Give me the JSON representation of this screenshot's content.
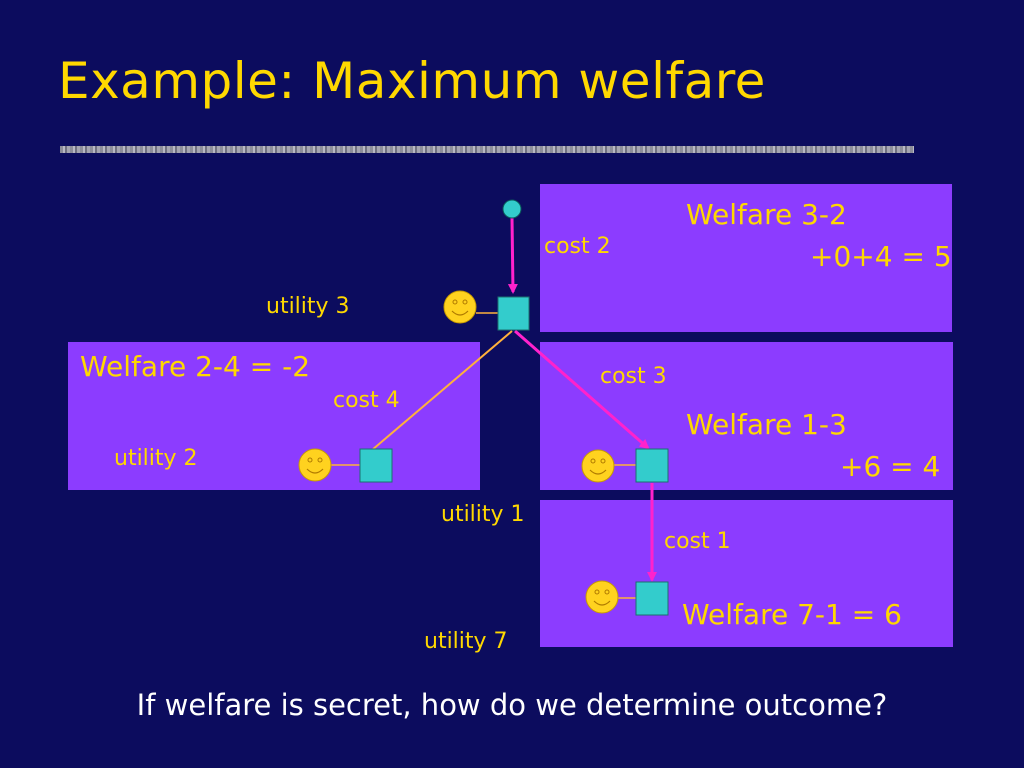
{
  "slide": {
    "title": "Example: Maximum welfare",
    "question": "If welfare is secret, how do we determine outcome?"
  },
  "boxes": {
    "top": {
      "line1": "Welfare 3-2",
      "line2": "+0+4 = 5",
      "cost": "cost 2"
    },
    "left": {
      "line1": "Welfare 2-4 = -2",
      "cost": "cost 4",
      "utility": "utility 2"
    },
    "right": {
      "line1": "Welfare 1-3",
      "line2": "+6 = 4",
      "cost": "cost 3"
    },
    "bottom": {
      "line1": "Welfare 7-1 = 6",
      "cost": "cost 1"
    }
  },
  "labels": {
    "utility_root": "utility 3",
    "utility_right": "utility 1",
    "utility_bottom": "utility 7"
  },
  "colors": {
    "background": "#0c0c5e",
    "box": "#8c3cff",
    "text": "#ffd800",
    "node": "#33cccc",
    "chosen_edge": "#ff22cc",
    "other_edge": "#ffb13b",
    "smiley": "#ffd21f"
  }
}
